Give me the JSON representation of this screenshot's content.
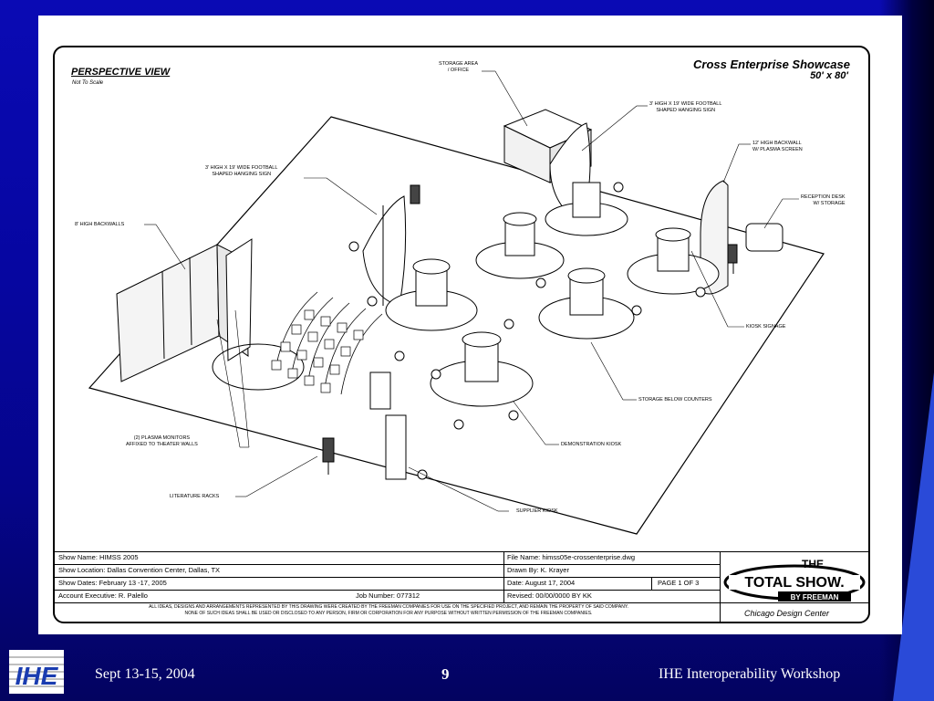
{
  "drawing": {
    "view_title": "PERSPECTIVE VIEW",
    "scale_note": "Not To Scale",
    "show_title": "Cross Enterprise Showcase",
    "dimensions": "50' x 80'"
  },
  "callouts": {
    "storage_area": "STORAGE AREA\n/ OFFICE",
    "sign_right": "3' HIGH x 19' WIDE FOOTBALL\nSHAPED HANGING SIGN",
    "backwall_plasma": "12' HIGH BACKWALL\nW/ PLASMA SCREEN",
    "reception": "RECEPTION DESK\nW/ STORAGE",
    "sign_left": "3' HIGH x 19' WIDE FOOTBALL\nSHAPED HANGING SIGN",
    "backwalls": "8' HIGH BACKWALLS",
    "kiosk_signage": "KIOSK SIGNAGE",
    "storage_below": "STORAGE BELOW COUNTERS",
    "plasma_monitors": "(2) PLASMA MONITORS\nAFFIXED TO THEATER WALLS",
    "demo_kiosk": "DEMONSTRATION KIOSK",
    "literature": "LITERATURE RACKS",
    "supplier": "SUPPLIER KIOSK"
  },
  "title_block": {
    "show_name": "Show Name: HIMSS 2005",
    "show_location": "Show Location: Dallas Convention Center, Dallas, TX",
    "show_dates": "Show Dates: February 13 -17, 2005",
    "account_exec": "Account Executive: R. Palello",
    "job_number": "Job Number: 077312",
    "file_name": "File Name: himss05e-crossenterprise.dwg",
    "drawn_by": "Drawn By: K. Krayer",
    "date": "Date: August 17, 2004",
    "page": "PAGE 1 OF 3",
    "revised": "Revised: 00/00/0000   BY KK",
    "disclaimer_1": "ALL IDEAS, DESIGNS AND ARRANGEMENTS REPRESENTED BY THIS DRAWING WERE CREATED BY THE FREEMAN COMPANIES FOR USE ON THE SPECIFIED PROJECT, AND REMAIN THE PROPERTY OF SAID COMPANY.",
    "disclaimer_2": "NONE OF SUCH IDEAS SHALL BE USED OR DISCLOSED TO ANY PERSON, FIRM OR CORPORATION FOR ANY PURPOSE WITHOUT WRITTEN PERMISSION OF THE FREEMAN COMPANIES.",
    "logo_line1": "THE",
    "logo_line2": "TOTAL SHOW.",
    "logo_line3": "BY FREEMAN",
    "design_center": "Chicago Design Center"
  },
  "footer": {
    "logo_text": "IHE",
    "date": "Sept 13-15, 2004",
    "page_number": "9",
    "workshop": "IHE Interoperability Workshop"
  }
}
